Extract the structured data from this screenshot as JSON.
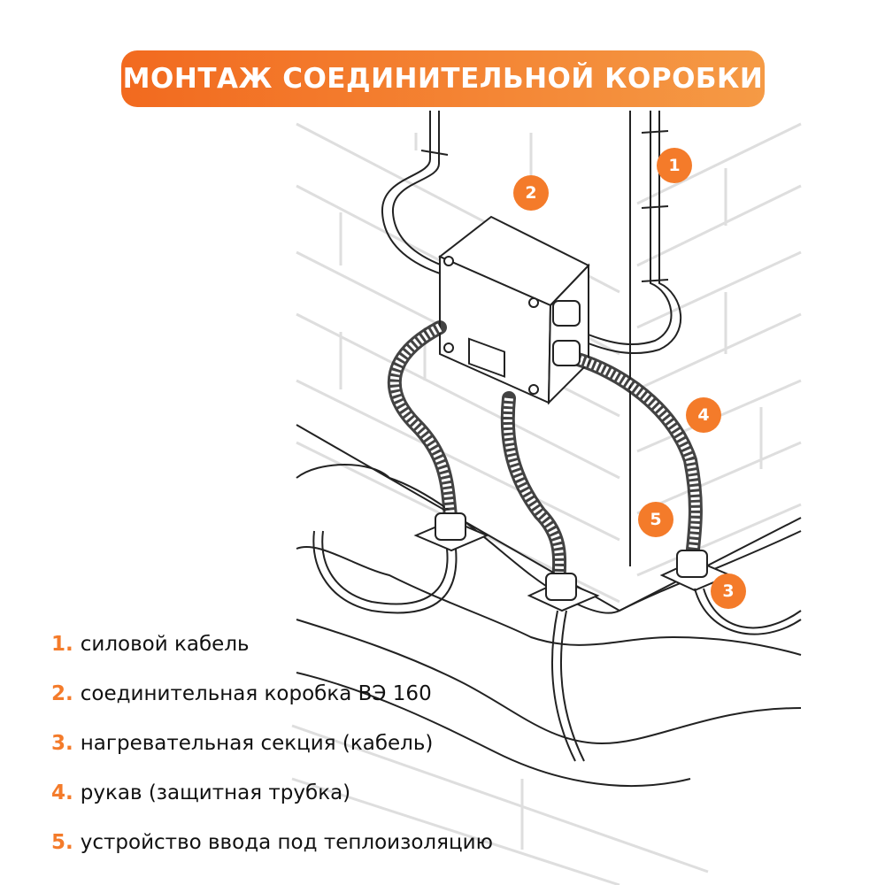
{
  "title": "МОНТАЖ СОЕДИНИТЕЛЬНОЙ КОРОБКИ",
  "colors": {
    "accent": "#f47b2a",
    "brick": "#dcdcdc",
    "line": "#222222"
  },
  "markers": [
    "1",
    "2",
    "3",
    "4",
    "5"
  ],
  "legend": [
    {
      "num": "1.",
      "text": "силовой кабель"
    },
    {
      "num": "2.",
      "text": "соединительная коробка ВЭ 160"
    },
    {
      "num": "3.",
      "text": "нагревательная секция (кабель)"
    },
    {
      "num": "4.",
      "text": "рукав (защитная трубка)"
    },
    {
      "num": "5.",
      "text": "устройство ввода под теплоизоляцию"
    }
  ]
}
